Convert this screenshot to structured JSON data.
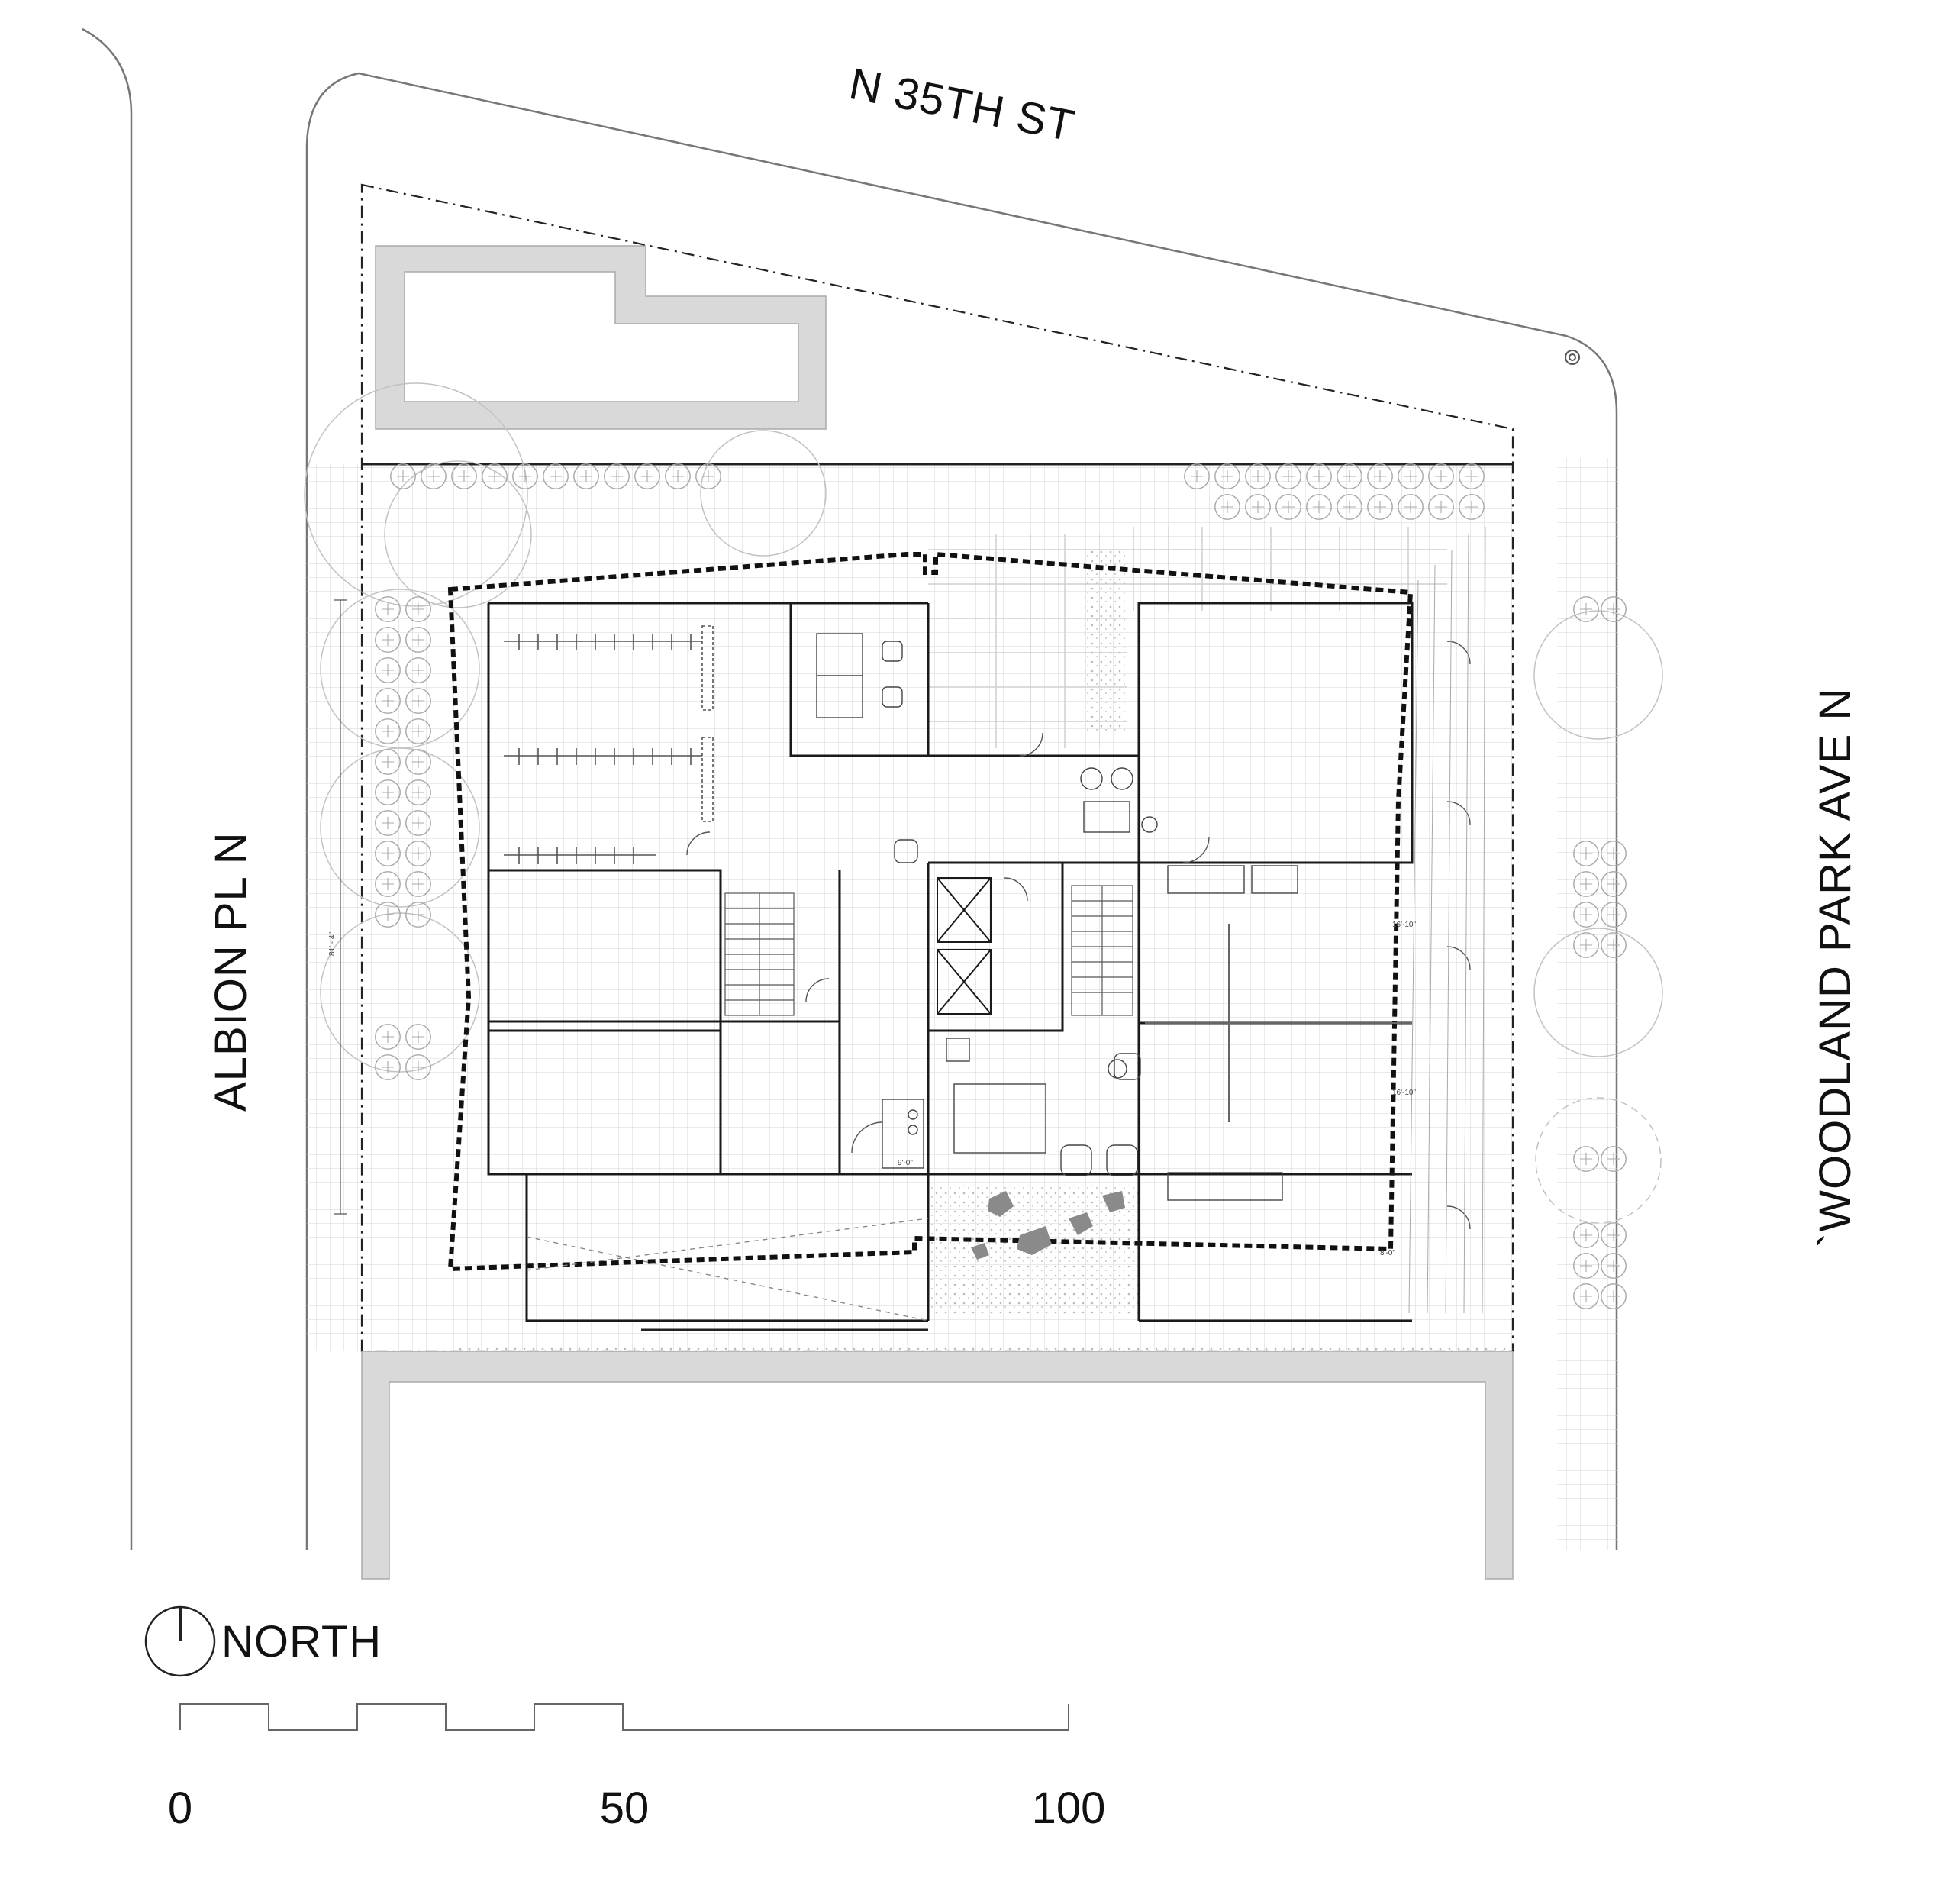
{
  "streets": {
    "north": "N 35TH ST",
    "west": "ALBION PL N",
    "east": "`WOODLAND PARK AVE N"
  },
  "north_arrow": {
    "label": "NORTH"
  },
  "scale_bar": {
    "labels": [
      "0",
      "50",
      "100"
    ]
  },
  "dimensions": {
    "site_depth": "81' - 4\"",
    "unit_a": "16'-10\"",
    "unit_b": "16'-10\"",
    "unit_c": "9'-0\"",
    "unit_d": "8'-0\""
  },
  "colors": {
    "line": "#1a1a1a",
    "thin": "#777777",
    "hatch": "#cccccc",
    "wall_fill": "#d9d9d9",
    "rock": "#8a8a8a"
  }
}
